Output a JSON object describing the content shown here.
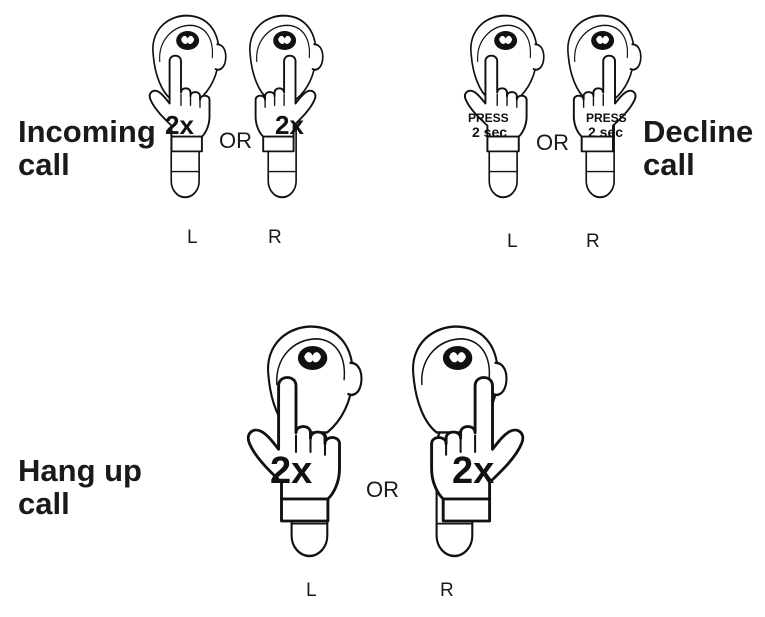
{
  "sections": {
    "incoming": {
      "title_line1": "Incoming",
      "title_line2": "call",
      "gesture": "2x",
      "connector": "OR",
      "left_label": "L",
      "right_label": "R"
    },
    "decline": {
      "title_line1": "Decline",
      "title_line2": "call",
      "gesture_line1": "PRESS",
      "gesture_line2": "2 sec",
      "connector": "OR",
      "left_label": "L",
      "right_label": "R"
    },
    "hangup": {
      "title_line1": "Hang up",
      "title_line2": "call",
      "gesture": "2x",
      "connector": "OR",
      "left_label": "L",
      "right_label": "R"
    }
  },
  "icons": {
    "earbud": "earbud-icon",
    "hand": "pointing-hand-icon",
    "logo": "brand-logo-icon"
  }
}
